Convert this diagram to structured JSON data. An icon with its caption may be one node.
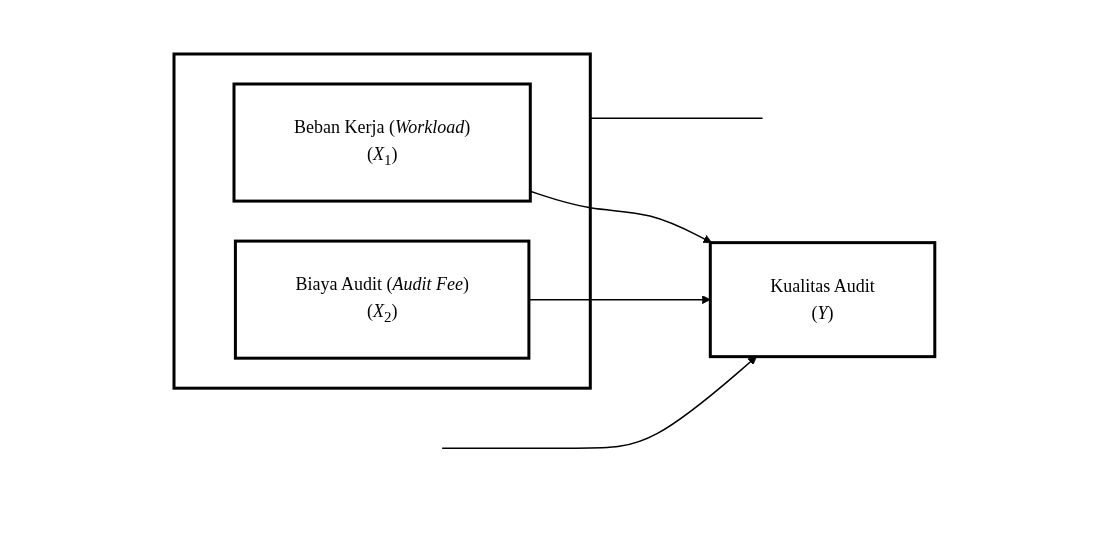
{
  "diagram": {
    "nodes": [
      {
        "text": [],
        "shape": "box"
      },
      {
        "text": [
          "Beban Kerja (*Workload*)",
          "(*X*$_{1}$)"
        ],
        "in": 0
      },
      {
        "text": [
          "Biaya Audit (*Audit Fee*)",
          "(*X*$_{2}$)"
        ],
        "in": 0
      },
      {
        "text": [
          "Kualitas Audit",
          "(*Y*)"
        ]
      }
    ],
    "edges": [
      {
        "from": 1,
        "to": 3,
        "arrow": "to"
      },
      {
        "from": 2,
        "to": 3,
        "arrow": "to"
      },
      {
        "from": 0,
        "to": null,
        "arrow": "none"
      },
      {
        "from": null,
        "to": 3,
        "arrow": "to"
      }
    ]
  }
}
